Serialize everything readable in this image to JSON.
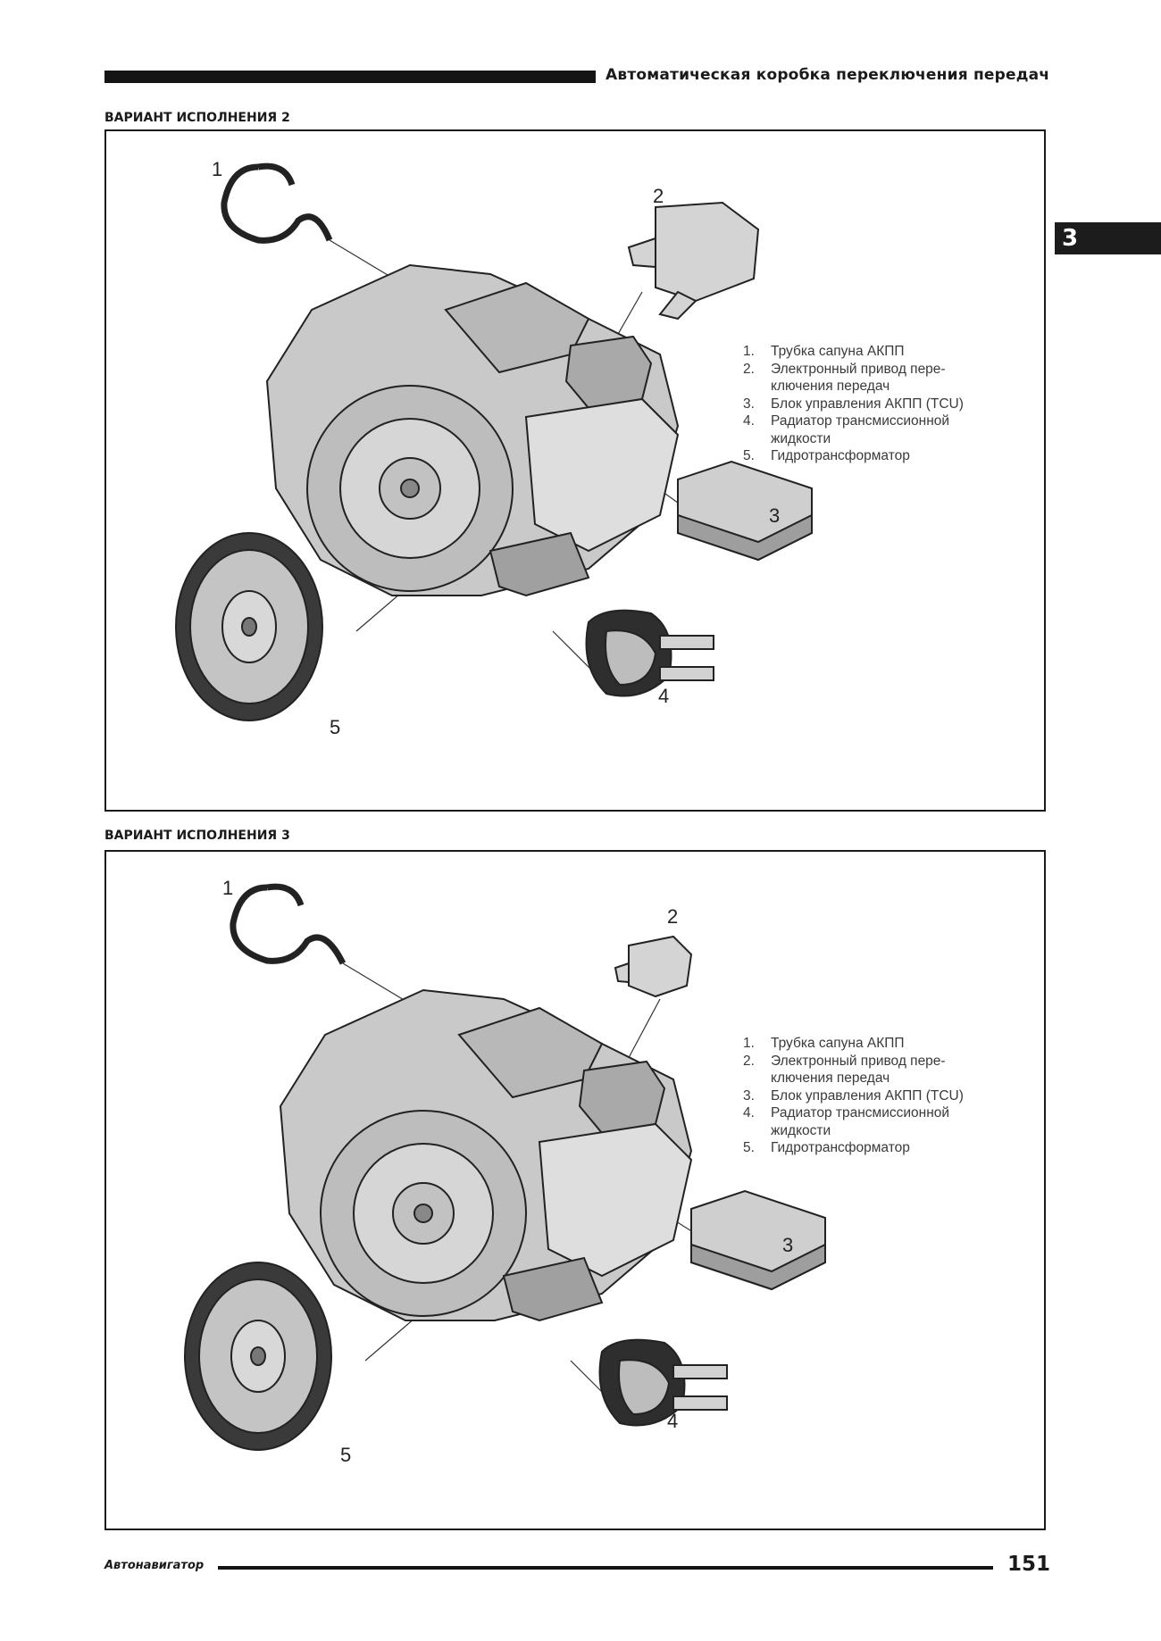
{
  "header": {
    "title": "Автоматическая коробка переключения передач",
    "chapter": "3"
  },
  "variants": [
    {
      "title": "ВАРИАНТ ИСПОЛНЕНИЯ 2",
      "callouts": [
        "1",
        "2",
        "3",
        "4",
        "5"
      ],
      "legend": [
        {
          "num": "1.",
          "text": "Трубка сапуна АКПП"
        },
        {
          "num": "2.",
          "text": "Электронный привод пере-\nключения передач"
        },
        {
          "num": "3.",
          "text": "Блок управления АКПП (TCU)"
        },
        {
          "num": "4.",
          "text": "Радиатор трансмиссионной\nжидкости"
        },
        {
          "num": "5.",
          "text": "Гидротрансформатор"
        }
      ]
    },
    {
      "title": "ВАРИАНТ ИСПОЛНЕНИЯ 3",
      "callouts": [
        "1",
        "2",
        "3",
        "4",
        "5"
      ],
      "legend": [
        {
          "num": "1.",
          "text": "Трубка сапуна АКПП"
        },
        {
          "num": "2.",
          "text": "Электронный привод пере-\nключения передач"
        },
        {
          "num": "3.",
          "text": "Блок управления АКПП (TCU)"
        },
        {
          "num": "4.",
          "text": "Радиатор трансмиссионной\nжидкости"
        },
        {
          "num": "5.",
          "text": "Гидротрансформатор"
        }
      ]
    }
  ],
  "footer": {
    "brand": "Автонавигатор",
    "page_number": "151"
  }
}
